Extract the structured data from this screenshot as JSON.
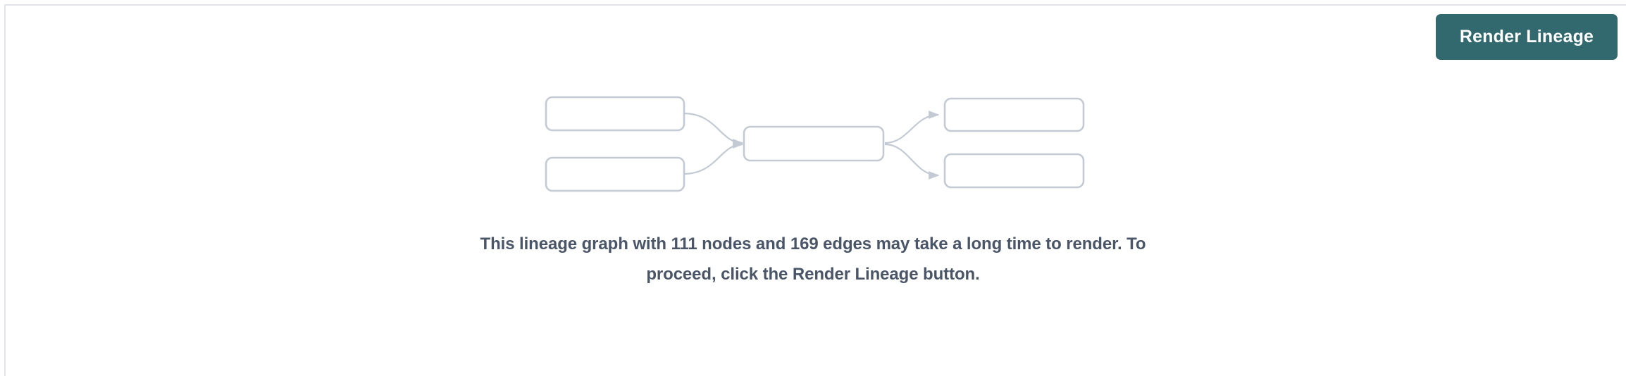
{
  "panel": {
    "background_color": "#ffffff",
    "border_color": "#e2e4e9"
  },
  "toolbar": {
    "render_lineage_label": "Render Lineage",
    "button_color": "#31696e",
    "button_text_color": "#ffffff"
  },
  "lineage_preview": {
    "node_border_color": "#c3cad4",
    "edge_color": "#c3cad4",
    "nodes": [
      {
        "id": "upstream-1",
        "label": ""
      },
      {
        "id": "upstream-2",
        "label": ""
      },
      {
        "id": "center",
        "label": ""
      },
      {
        "id": "downstream-1",
        "label": ""
      },
      {
        "id": "downstream-2",
        "label": ""
      }
    ],
    "edges": [
      {
        "from": "upstream-1",
        "to": "center"
      },
      {
        "from": "upstream-2",
        "to": "center"
      },
      {
        "from": "center",
        "to": "downstream-1"
      },
      {
        "from": "center",
        "to": "downstream-2"
      }
    ]
  },
  "message": {
    "text": "This lineage graph with 111 nodes and 169 edges may take a long time to render. To proceed, click the Render Lineage button.",
    "node_count": "111",
    "edge_count": "169",
    "text_color": "#4a5568"
  }
}
